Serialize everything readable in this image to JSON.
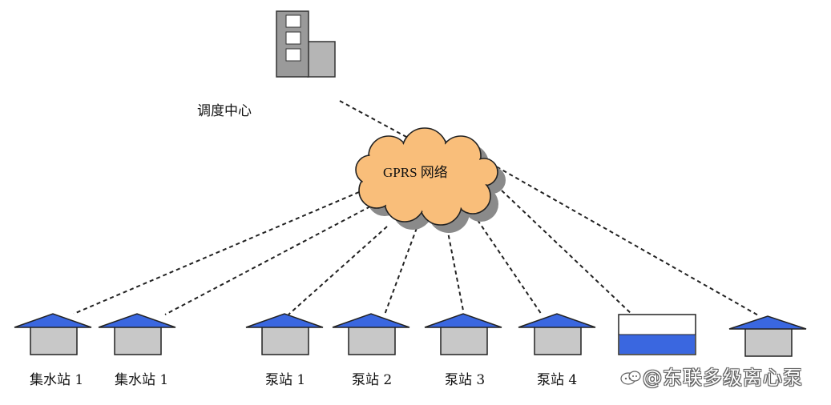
{
  "center": {
    "label": "调度中心"
  },
  "network": {
    "label": "GPRS 网络"
  },
  "stations": [
    {
      "id": "s1",
      "label": "集水站 1",
      "type": "house"
    },
    {
      "id": "s2",
      "label": "集水站 1",
      "type": "house"
    },
    {
      "id": "s3",
      "label": "泵站 1",
      "type": "house"
    },
    {
      "id": "s4",
      "label": "泵站 2",
      "type": "house"
    },
    {
      "id": "s5",
      "label": "泵站 3",
      "type": "house"
    },
    {
      "id": "s6",
      "label": "泵站 4",
      "type": "house"
    },
    {
      "id": "s7",
      "label": "",
      "type": "tank"
    },
    {
      "id": "s8",
      "label": "",
      "type": "house"
    }
  ],
  "watermark": {
    "text": "@东联多级离心泵"
  },
  "colors": {
    "roof": "#3a67e0",
    "wall": "#c8c8c8",
    "cloud": "#f9be7a",
    "cloud_shadow": "#8a8a8a",
    "tank_water": "#3a67e0",
    "line": "#222222"
  }
}
